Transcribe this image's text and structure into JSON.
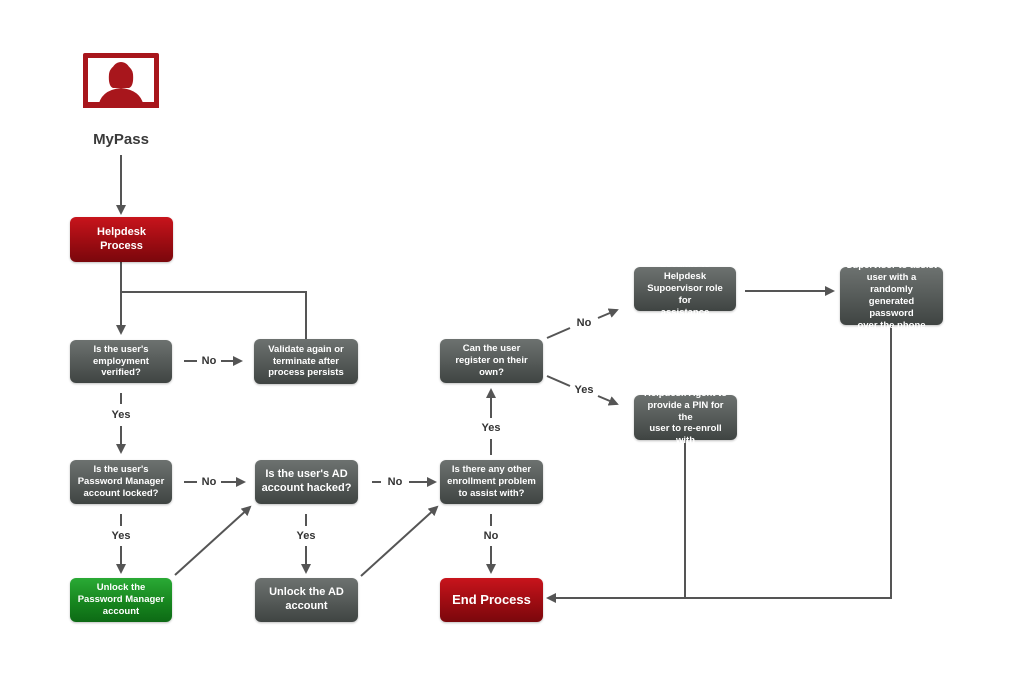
{
  "app": {
    "title": "MyPass",
    "icon": "user-monitor-icon",
    "icon_color": "#a8161c"
  },
  "colors": {
    "process_gray": "#545957",
    "start_end_red": "#9d0c12",
    "success_green": "#17861f",
    "arrow": "#555555"
  },
  "nodes": {
    "helpdesk": "Helpdesk\nProcess",
    "employment": "Is the user's\nemployment\nverified?",
    "validate": "Validate again or\nterminate after\nprocess persists",
    "pm_locked": "Is the user's\nPassword Manager\naccount locked?",
    "ad_hacked": "Is the user's AD\naccount hacked?",
    "other_problem": "Is there any other\nenrollment problem\nto assist with?",
    "unlock_pm": "Unlock the\nPassword Manager\naccount",
    "unlock_ad": "Unlock the AD\naccount",
    "end": "End Process",
    "can_register": "Can the user\nregister on their\nown?",
    "escalate": "Escalate to Helpdesk\nSupoervisor role for\nassistance",
    "supervisor": "Supervisor to assist\nuser with a randomly\ngenerated password\nover the phone",
    "agent_pin": "Helpdesk Agent to\nprovide a PIN for the\nuser to re-enroll with"
  },
  "edges": {
    "employment_no": "No",
    "employment_yes": "Yes",
    "pm_locked_no": "No",
    "pm_locked_yes": "Yes",
    "ad_hacked_no": "No",
    "ad_hacked_yes": "Yes",
    "other_problem_yes": "Yes",
    "other_problem_no": "No",
    "can_register_no": "No",
    "can_register_yes": "Yes"
  }
}
